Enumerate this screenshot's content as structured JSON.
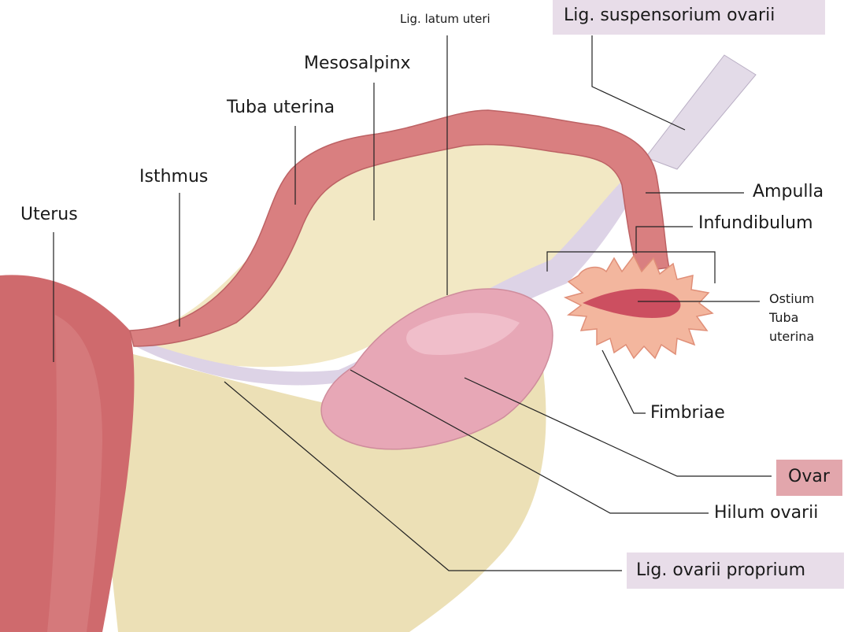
{
  "colors": {
    "uterus": "#cf6a6d",
    "tube": "#d97f80",
    "mesosalpinx": "#f2e8c4",
    "broad_ligament": "#ece0b6",
    "ligament_lavender": "#ddd3e6",
    "ovary": "#e7a7b6",
    "fimbriae": "#f3b69e",
    "ostium": "#cc4f60",
    "label_box": "#e8dde9",
    "label_box_ovar": "#e2a6ac"
  },
  "labels": {
    "uterus": "Uterus",
    "isthmus": "Isthmus",
    "tuba_uterina": "Tuba uterina",
    "mesosalpinx": "Mesosalpinx",
    "lig_latum_uteri": "Lig. latum uteri",
    "lig_suspensorium_ovarii": "Lig. suspensorium ovarii",
    "ampulla": "Ampulla",
    "infundibulum": "Infundibulum",
    "ostium_line1": "Ostium",
    "ostium_line2": "Tuba",
    "ostium_line3": "uterina",
    "fimbriae": "Fimbriae",
    "ovar": "Ovar",
    "hilum_ovarii": "Hilum ovarii",
    "lig_ovarii_proprium": "Lig. ovarii proprium"
  }
}
